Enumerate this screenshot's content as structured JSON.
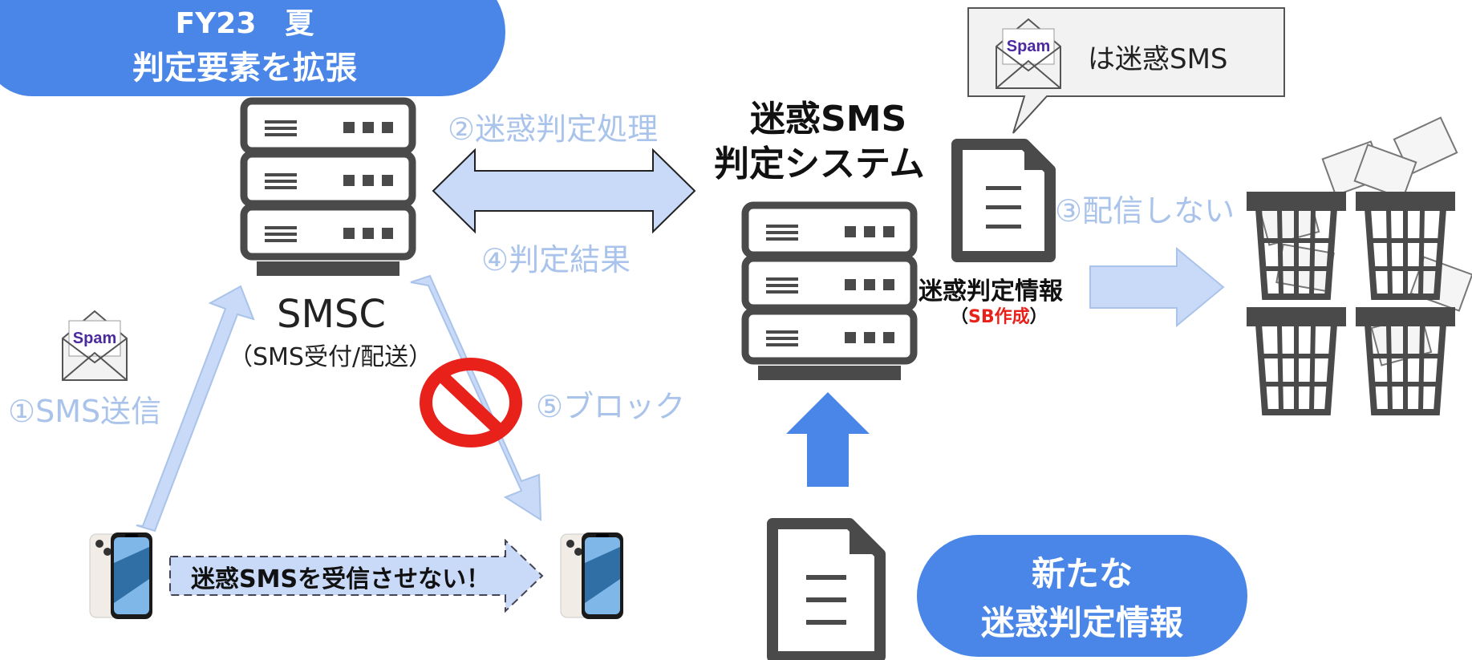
{
  "badge": {
    "line1": "FY23　夏",
    "line2": "判定要素を拡張"
  },
  "speech": {
    "text": "は迷惑SMS",
    "icon": "spam-envelope-icon"
  },
  "system": {
    "line1": "迷惑SMS",
    "line2": "判定システム"
  },
  "steps": {
    "step1": "①SMS送信",
    "step2": "②迷惑判定処理",
    "step3": "③配信しない",
    "step4": "④判定結果",
    "step5": "⑤ブロック"
  },
  "smsc": {
    "name": "SMSC",
    "desc": "（SMS受付/配送）"
  },
  "judgement_info": {
    "line1": "迷惑判定情報",
    "paren_open": "（",
    "owner": "SB作成",
    "paren_close": "）"
  },
  "message": "迷惑SMSを受信させない！",
  "new_info": {
    "line1": "新たな",
    "line2": "迷惑判定情報"
  },
  "spam_label": "Spam",
  "colors": {
    "accent_blue": "#4a86e8",
    "arrow_fill": "#c9daf8",
    "step_text": "#a9c3ea",
    "dark_gray": "#4a4a4a",
    "red": "#e8211a"
  }
}
